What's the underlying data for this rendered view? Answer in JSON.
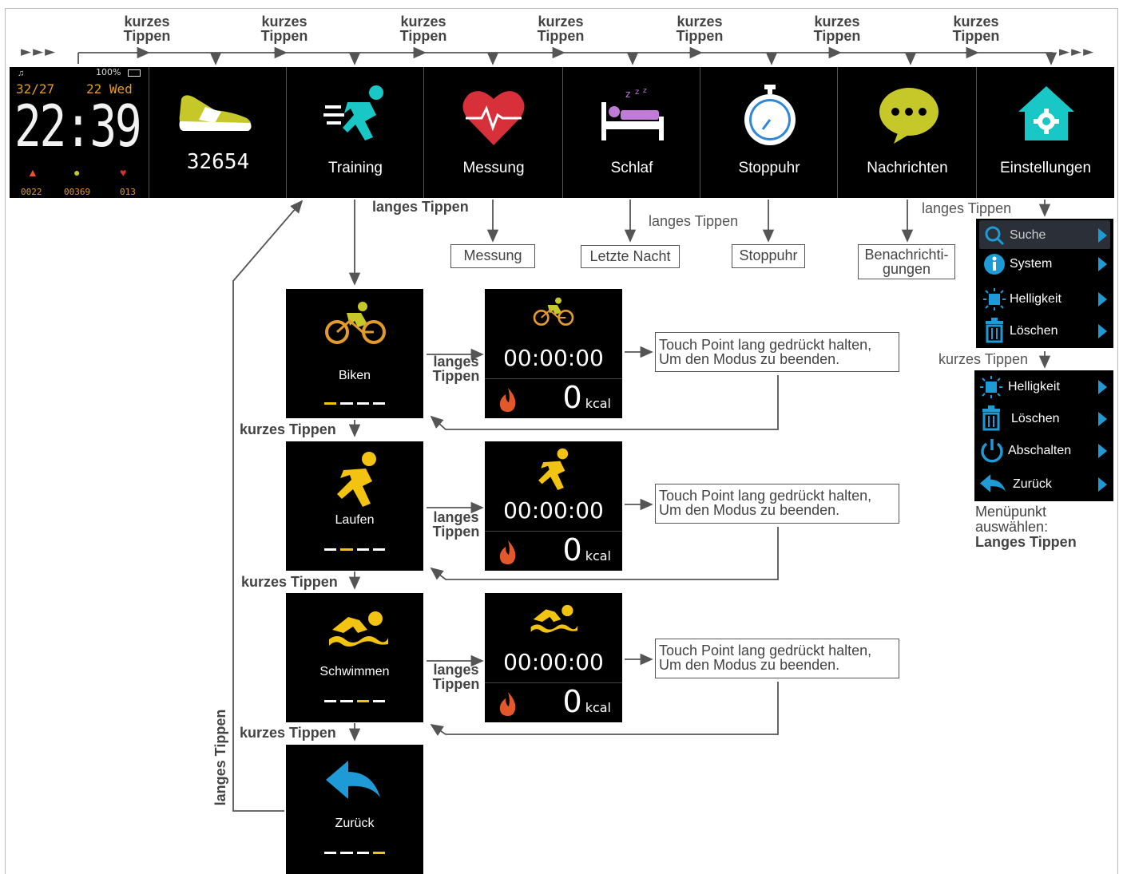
{
  "labels": {
    "short_tap": [
      "kurzes",
      "Tippen"
    ],
    "short_tap_line": "kurzes Tippen",
    "long_tap": "langes Tippen",
    "long_tap_two": [
      "langes",
      "Tippen"
    ],
    "arrows": "►►►"
  },
  "watchface": {
    "status": "100%",
    "date": "32/27",
    "day": "22",
    "weekday": "Wed",
    "time": "22:39",
    "stats": [
      "0022",
      "00369",
      "013"
    ]
  },
  "tiles": [
    {
      "label": "32654",
      "icon": "shoe-icon"
    },
    {
      "label": "Training",
      "icon": "runner-icon"
    },
    {
      "label": "Messung",
      "icon": "heart-rate-icon"
    },
    {
      "label": "Schlaf",
      "icon": "sleep-bed-icon"
    },
    {
      "label": "Stoppuhr",
      "icon": "stopwatch-icon"
    },
    {
      "label": "Nachrichten",
      "icon": "chat-bubble-icon"
    },
    {
      "label": "Einstellungen",
      "icon": "home-gear-icon"
    }
  ],
  "sub_boxes": {
    "messung": "Messung",
    "schlaf": "Letzte Nacht",
    "stoppuhr": "Stoppuhr",
    "nachrichten": [
      "Benachrichti-",
      "gungen"
    ]
  },
  "modes": [
    {
      "label": "Biken",
      "icon": "bike-icon",
      "active_dot": 0
    },
    {
      "label": "Laufen",
      "icon": "runner-icon",
      "active_dot": 1
    },
    {
      "label": "Schwimmen",
      "icon": "swimmer-icon",
      "active_dot": 2
    },
    {
      "label": "Zurück",
      "icon": "back-arrow-icon",
      "active_dot": 3
    }
  ],
  "activity": {
    "timer": "00:00:00",
    "kcal_value": "0",
    "kcal_unit": "kcal"
  },
  "exit_note": [
    "Touch Point lang gedrückt halten,",
    "Um den Modus zu beenden."
  ],
  "settings_menu_1": [
    {
      "label": "Suche",
      "icon": "search-icon"
    },
    {
      "label": "System",
      "icon": "info-icon"
    },
    {
      "label": "Helligkeit",
      "icon": "brightness-icon"
    },
    {
      "label": "Löschen",
      "icon": "trash-icon"
    }
  ],
  "settings_menu_2": [
    {
      "label": "Helligkeit",
      "icon": "brightness-icon"
    },
    {
      "label": "Löschen",
      "icon": "trash-icon"
    },
    {
      "label": "Abschalten",
      "icon": "power-icon"
    },
    {
      "label": "Zurück",
      "icon": "back-arrow-icon"
    }
  ],
  "select_note": {
    "line1": "Menüpunkt",
    "line2": "auswählen:",
    "line3": "Langes Tippen"
  },
  "colors": {
    "accent_blue": "#1e9ad6",
    "highlight_yellow": "#f2c311",
    "heart_red": "#d8303a",
    "sleep_purple": "#c07ad8",
    "teal": "#19c7c7",
    "olive": "#c6c82a",
    "flame_orange": "#e2582a"
  }
}
